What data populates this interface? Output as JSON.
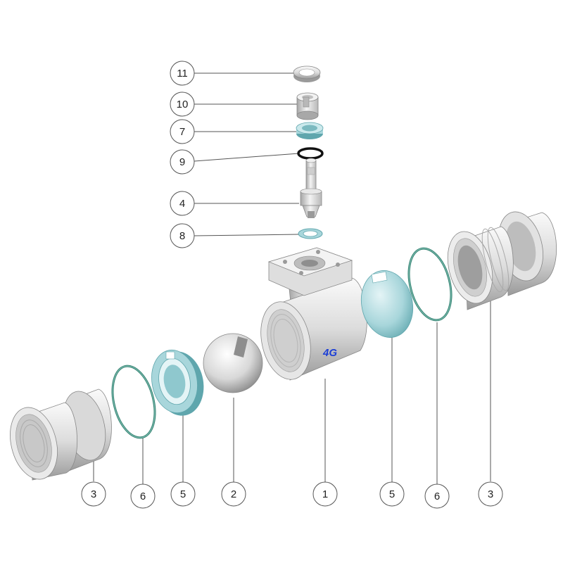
{
  "callouts": {
    "top": [
      {
        "id": "c11",
        "label": "11"
      },
      {
        "id": "c10",
        "label": "10"
      },
      {
        "id": "c7",
        "label": "7"
      },
      {
        "id": "c9",
        "label": "9"
      },
      {
        "id": "c4",
        "label": "4"
      },
      {
        "id": "c8",
        "label": "8"
      }
    ],
    "bottom": [
      {
        "id": "b3l",
        "label": "3"
      },
      {
        "id": "b6l",
        "label": "6"
      },
      {
        "id": "b5l",
        "label": "5"
      },
      {
        "id": "b2",
        "label": "2"
      },
      {
        "id": "b1",
        "label": "1"
      },
      {
        "id": "b5r",
        "label": "5"
      },
      {
        "id": "b6r",
        "label": "6"
      },
      {
        "id": "b3r",
        "label": "3"
      }
    ]
  },
  "brand_mark": "4G",
  "colors": {
    "metal_light": "#eeeeee",
    "metal_mid": "#c9c9c9",
    "metal_dark": "#8e8e8e",
    "seal_teal": "#a8d6db",
    "seal_teal_dark": "#5fa6ad",
    "oring_green": "#2f7f6e",
    "oring_black": "#111111",
    "brand_blue": "#1c3fd6"
  }
}
